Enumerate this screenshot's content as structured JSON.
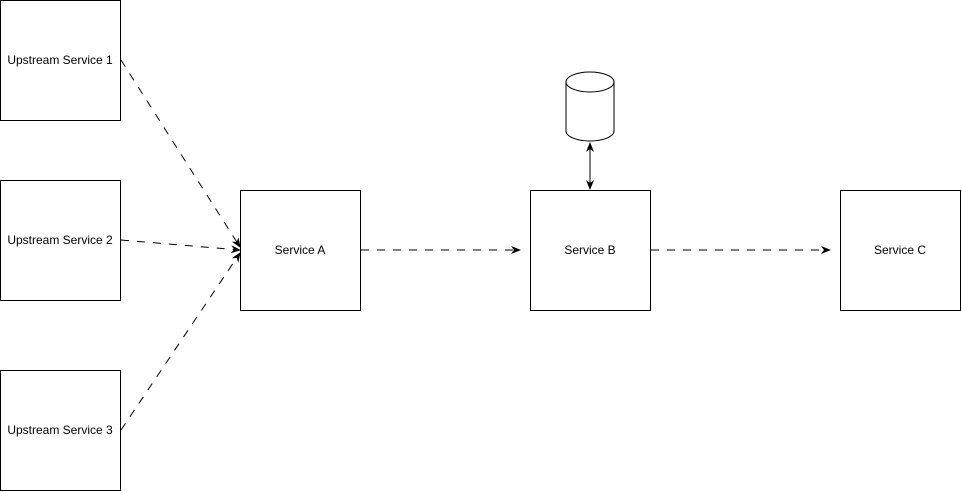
{
  "diagram": {
    "nodes": {
      "upstream_1": {
        "label": "Upstream Service 1"
      },
      "upstream_2": {
        "label": "Upstream Service 2"
      },
      "upstream_3": {
        "label": "Upstream Service 3"
      },
      "service_a": {
        "label": "Service A"
      },
      "service_b": {
        "label": "Service B"
      },
      "service_c": {
        "label": "Service C"
      }
    },
    "database": {
      "icon": "database-cylinder-icon"
    },
    "edges": [
      {
        "from": "Upstream Service 1",
        "to": "Service A",
        "style": "dashed",
        "arrow": "end"
      },
      {
        "from": "Upstream Service 2",
        "to": "Service A",
        "style": "dashed",
        "arrow": "end"
      },
      {
        "from": "Upstream Service 3",
        "to": "Service A",
        "style": "dashed",
        "arrow": "end"
      },
      {
        "from": "Service A",
        "to": "Service B",
        "style": "dashed",
        "arrow": "end"
      },
      {
        "from": "Service B",
        "to": "Service C",
        "style": "dashed",
        "arrow": "end"
      },
      {
        "from": "Service B",
        "to": "database",
        "style": "solid",
        "arrow": "both"
      }
    ],
    "colors": {
      "stroke": "#000000",
      "fill": "#ffffff"
    }
  }
}
